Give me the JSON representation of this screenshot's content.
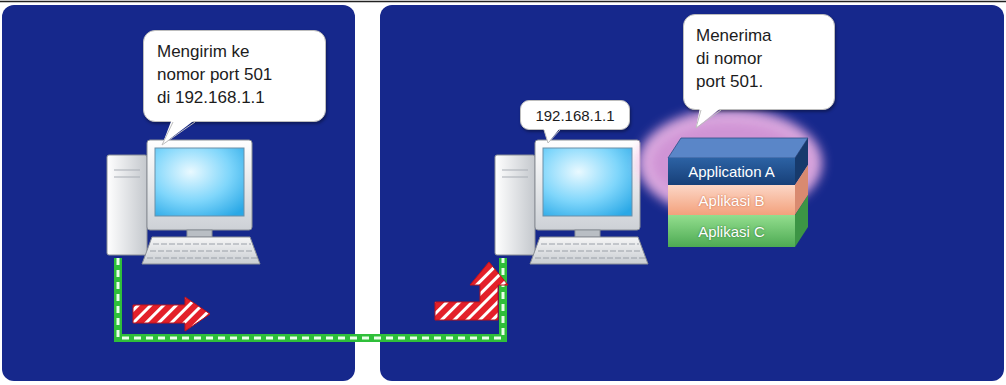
{
  "diagram": {
    "nodes": [
      {
        "text": [
          "Mengirim ke nomor port 501 di 192.168.1.1"
        ]
      },
      {
        "text": [
          "192.168.1.1"
        ]
      },
      {
        "text": [
          "Menerima di nomor port 501."
        ]
      },
      {
        "text": [
          "Application A"
        ]
      },
      {
        "text": [
          "Aplikasi B"
        ]
      },
      {
        "text": [
          "Aplikasi C"
        ]
      }
    ]
  }
}
